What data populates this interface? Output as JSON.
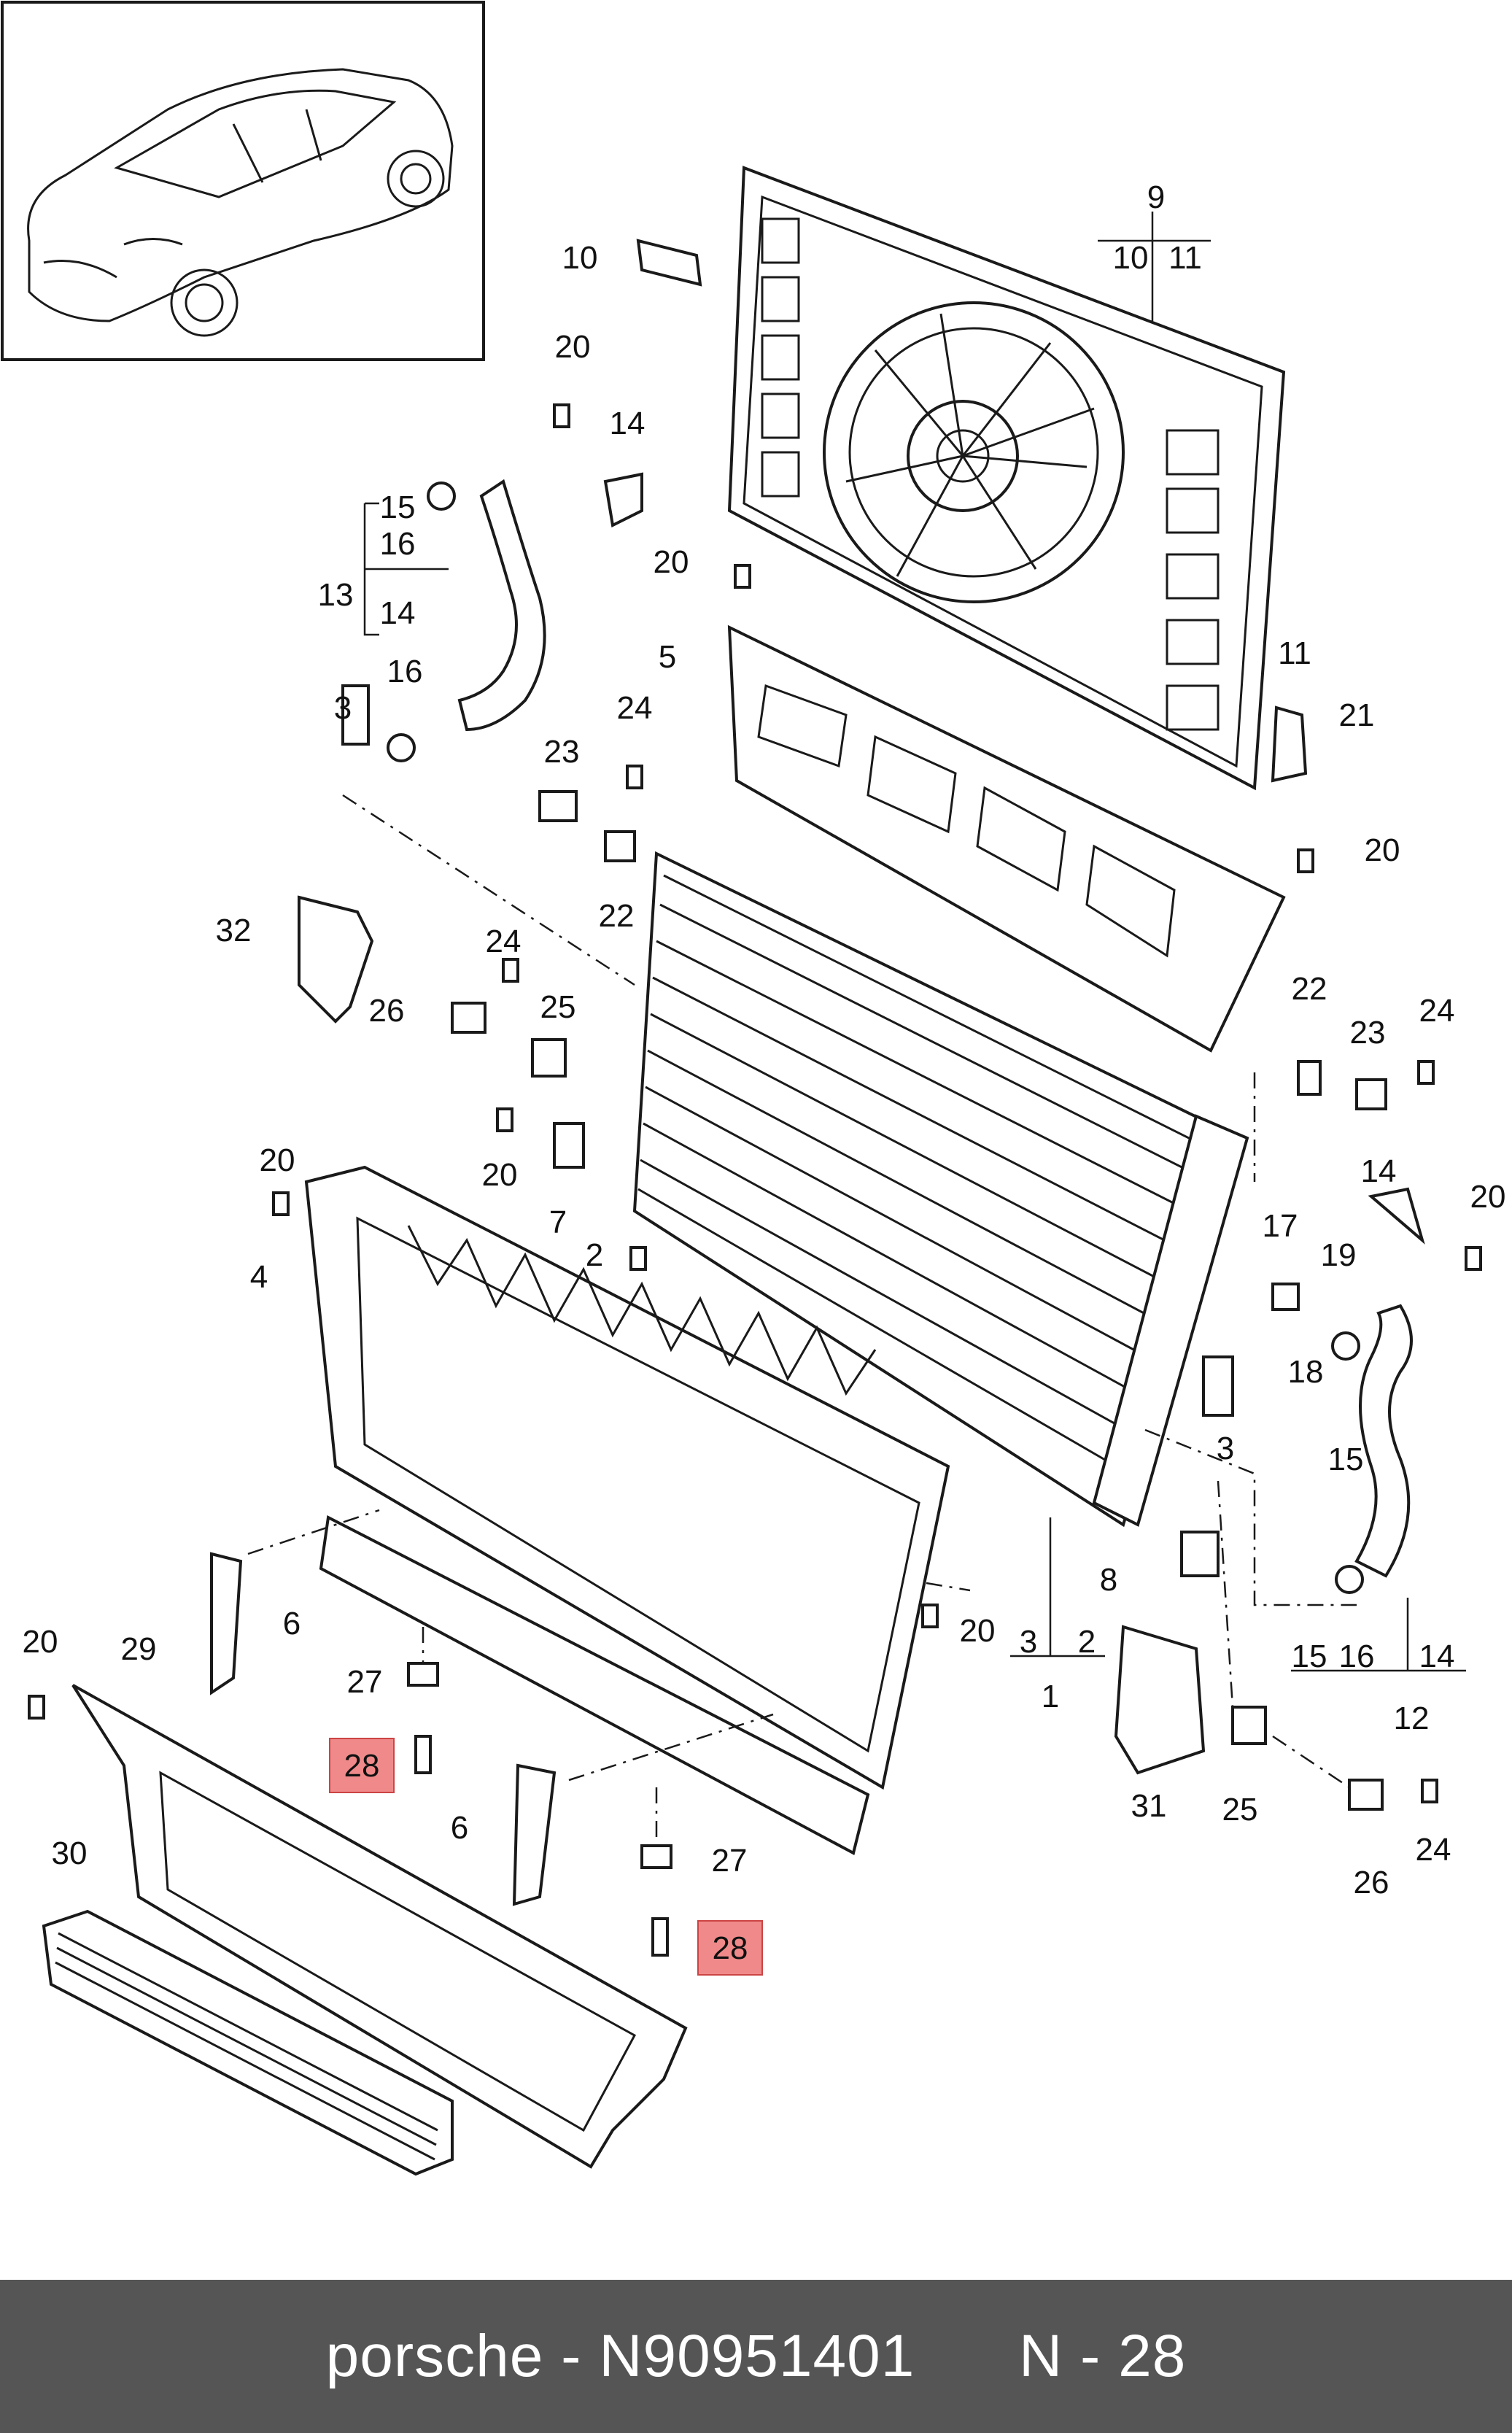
{
  "footer": {
    "brand": "porsche",
    "separator1": " - ",
    "part_number": "N90951401",
    "gap": "      ",
    "position_label": "N - 28"
  },
  "callouts": {
    "c1": "1",
    "c2": "2",
    "c2b": "2",
    "c3a": "3",
    "c3b": "3",
    "c3c": "3",
    "c4": "4",
    "c5": "5",
    "c6a": "6",
    "c6b": "6",
    "c7": "7",
    "c8": "8",
    "c9": "9",
    "c10a": "10",
    "c10b": "10",
    "c11a": "11",
    "c11b": "11",
    "c12": "12",
    "c13": "13",
    "c14a": "14",
    "c14b": "14",
    "c14c": "14",
    "c14d": "14",
    "c15a": "15",
    "c15b": "15",
    "c15c": "15",
    "c16a": "16",
    "c16b": "16",
    "c16c": "16",
    "c17": "17",
    "c18": "18",
    "c19": "19",
    "c20a": "20",
    "c20b": "20",
    "c20c": "20",
    "c20d": "20",
    "c20e": "20",
    "c20f": "20",
    "c20g": "20",
    "c20h": "20",
    "c21": "21",
    "c22a": "22",
    "c22b": "22",
    "c23a": "23",
    "c23b": "23",
    "c24a": "24",
    "c24b": "24",
    "c24c": "24",
    "c24d": "24",
    "c25a": "25",
    "c25b": "25",
    "c26a": "26",
    "c26b": "26",
    "c27a": "27",
    "c27b": "27",
    "c28a": "28",
    "c28b": "28",
    "c29": "29",
    "c30": "30",
    "c31": "31",
    "c32": "32"
  },
  "colors": {
    "highlight": "#f08a8a",
    "footer_bg": "#555555",
    "line": "#1a1a1a"
  }
}
